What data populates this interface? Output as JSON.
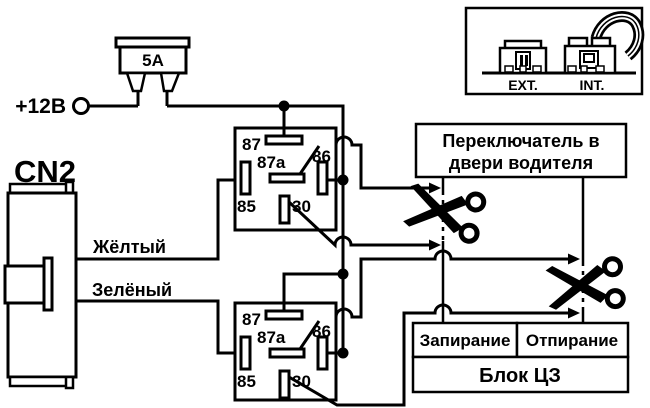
{
  "power": {
    "voltage": "+12В",
    "fuse": "5A"
  },
  "connector": {
    "name": "CN2"
  },
  "wires": {
    "yellow": "Жёлтый",
    "green": "Зелёный"
  },
  "relay1": {
    "p87": "87",
    "p87a": "87a",
    "p86": "86",
    "p85": "85",
    "p30": "30"
  },
  "relay2": {
    "p87": "87",
    "p87a": "87a",
    "p86": "86",
    "p85": "85",
    "p30": "30"
  },
  "door_switch": {
    "line1": "Переключатель в",
    "line2": "двери  водителя"
  },
  "cz_block": {
    "lock": "Запирание",
    "unlock": "Отпирание",
    "title": "Блок ЦЗ"
  },
  "inset": {
    "ext": "EXT.",
    "int": "INT."
  },
  "colors": {
    "wire": "#000000",
    "background": "#ffffff"
  }
}
